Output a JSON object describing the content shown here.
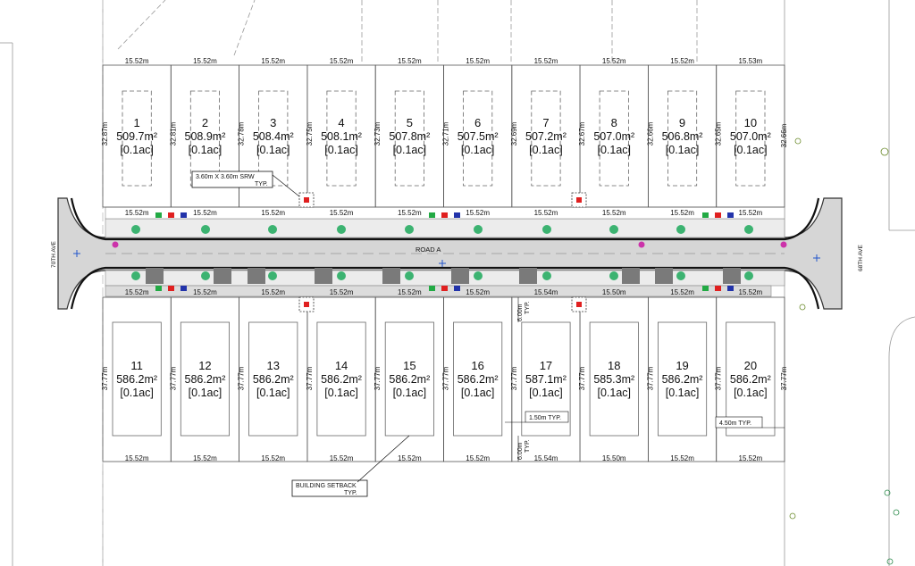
{
  "road": {
    "name": "ROAD A"
  },
  "streets": {
    "west": "70TH AVE",
    "east": "68TH AVE"
  },
  "top_lots": [
    {
      "number": "1",
      "area": "509.7m²",
      "acres": "[0.1ac]",
      "side_dim": "32.87m",
      "front": "15.52m",
      "back": "15.52m"
    },
    {
      "number": "2",
      "area": "508.9m²",
      "acres": "[0.1ac]",
      "side_dim": "32.81m",
      "front": "15.52m",
      "back": "15.52m"
    },
    {
      "number": "3",
      "area": "508.4m²",
      "acres": "[0.1ac]",
      "side_dim": "32.78m",
      "front": "15.52m",
      "back": "15.52m"
    },
    {
      "number": "4",
      "area": "508.1m²",
      "acres": "[0.1ac]",
      "side_dim": "32.75m",
      "front": "15.52m",
      "back": "15.52m"
    },
    {
      "number": "5",
      "area": "507.8m²",
      "acres": "[0.1ac]",
      "side_dim": "32.73m",
      "front": "15.52m",
      "back": "15.52m"
    },
    {
      "number": "6",
      "area": "507.5m²",
      "acres": "[0.1ac]",
      "side_dim": "32.71m",
      "front": "15.52m",
      "back": "15.52m"
    },
    {
      "number": "7",
      "area": "507.2m²",
      "acres": "[0.1ac]",
      "side_dim": "32.69m",
      "front": "15.52m",
      "back": "15.52m"
    },
    {
      "number": "8",
      "area": "507.0m²",
      "acres": "[0.1ac]",
      "side_dim": "32.67m",
      "front": "15.52m",
      "back": "15.52m"
    },
    {
      "number": "9",
      "area": "506.8m²",
      "acres": "[0.1ac]",
      "side_dim": "32.66m",
      "front": "15.52m",
      "back": "15.52m"
    },
    {
      "number": "10",
      "area": "507.0m²",
      "acres": "[0.1ac]",
      "side_dim": "32.65m",
      "front": "15.52m",
      "back": "15.53m"
    }
  ],
  "top_last_side_dim": "32.66m",
  "bottom_lots": [
    {
      "number": "11",
      "area": "586.2m²",
      "acres": "[0.1ac]",
      "side_dim": "37.77m",
      "front": "15.52m",
      "back": "15.52m"
    },
    {
      "number": "12",
      "area": "586.2m²",
      "acres": "[0.1ac]",
      "side_dim": "37.77m",
      "front": "15.52m",
      "back": "15.52m"
    },
    {
      "number": "13",
      "area": "586.2m²",
      "acres": "[0.1ac]",
      "side_dim": "37.77m",
      "front": "15.52m",
      "back": "15.52m"
    },
    {
      "number": "14",
      "area": "586.2m²",
      "acres": "[0.1ac]",
      "side_dim": "37.77m",
      "front": "15.52m",
      "back": "15.52m"
    },
    {
      "number": "15",
      "area": "586.2m²",
      "acres": "[0.1ac]",
      "side_dim": "37.77m",
      "front": "15.52m",
      "back": "15.52m"
    },
    {
      "number": "16",
      "area": "586.2m²",
      "acres": "[0.1ac]",
      "side_dim": "37.77m",
      "front": "15.52m",
      "back": "15.52m"
    },
    {
      "number": "17",
      "area": "587.1m²",
      "acres": "[0.1ac]",
      "side_dim": "37.77m",
      "front": "15.54m",
      "back": "15.54m"
    },
    {
      "number": "18",
      "area": "585.3m²",
      "acres": "[0.1ac]",
      "side_dim": "37.77m",
      "front": "15.50m",
      "back": "15.50m"
    },
    {
      "number": "19",
      "area": "586.2m²",
      "acres": "[0.1ac]",
      "side_dim": "37.77m",
      "front": "15.52m",
      "back": "15.52m"
    },
    {
      "number": "20",
      "area": "586.2m²",
      "acres": "[0.1ac]",
      "side_dim": "37.77m",
      "front": "15.52m",
      "back": "15.52m"
    }
  ],
  "bottom_last_side_dim": "37.77m",
  "annotations": {
    "srw": "3.60m X 3.60m SRW",
    "srw_typ": "TYP.",
    "setback": "BUILDING SETBACK",
    "setback_typ": "TYP.",
    "front_setback": "6.00m",
    "front_setback_typ": "TYP.",
    "side_setback": "1.50m TYP.",
    "rear_setback": "6.00m",
    "rear_setback_typ": "TYP.",
    "corner_setback": "4.50m TYP."
  },
  "colors": {
    "road": "#d6d6d6",
    "line": "#333333",
    "tree": "#3cb371",
    "hydrant": "#cc33aa",
    "utility_red": "#e02020",
    "utility_green": "#22aa44",
    "utility_blue": "#2233aa",
    "driveway": "#7a7a7a"
  }
}
